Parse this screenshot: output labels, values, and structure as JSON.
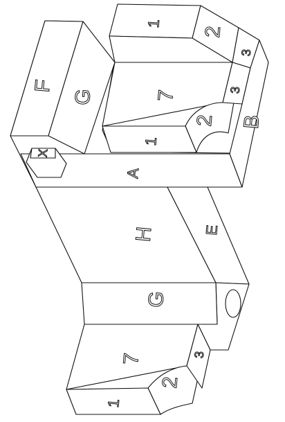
{
  "labels": {
    "upper_right_block_face": "1",
    "upper_right_block_arc": "2",
    "upper_right_block_side": "3",
    "upper_right_cavity_floor": "7",
    "upper_right_cavity_arc": "2",
    "upper_right_cavity_front": "1",
    "upper_right_cavity_side": "3",
    "upper_right_side_letter": "B",
    "upper_left_top": "F",
    "upper_left_front": "G",
    "hex_mark": "X",
    "base_front": "A",
    "middle_face": "H",
    "middle_side": "E",
    "lower_step_face": "G",
    "lower_block_top": "7",
    "lower_block_arc": "2",
    "lower_block_side": "3",
    "lower_block_front": "1"
  }
}
